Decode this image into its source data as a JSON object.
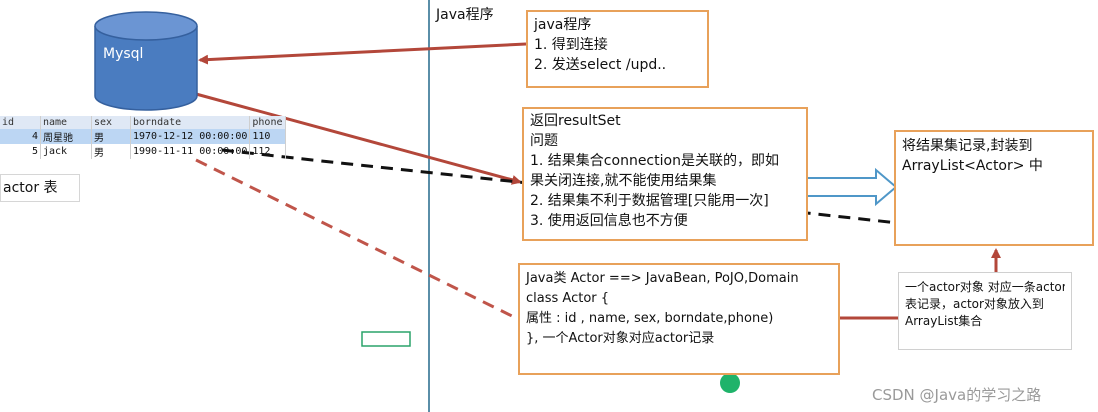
{
  "mysql": {
    "label": "Mysql"
  },
  "table": {
    "columns": [
      "id",
      "name",
      "sex",
      "borndate",
      "phone"
    ],
    "rows": [
      [
        "4",
        "周星驰",
        "男",
        "1970-12-12 00:00:00",
        "110"
      ],
      [
        "5",
        "jack",
        "男",
        "1990-11-11 00:00:00",
        "112"
      ]
    ],
    "caption": "actor 表"
  },
  "java_program": {
    "title": "Java程序"
  },
  "box_java": {
    "lines": [
      "java程序",
      "1. 得到连接",
      "2. 发送select /upd.."
    ]
  },
  "box_resultset": {
    "lines": [
      "返回resultSet",
      "问题",
      "1. 结果集合connection是关联的，即如",
      "果关闭连接,就不能使用结果集",
      "2. 结果集不利于数据管理[只能用一次]",
      "3. 使用返回信息也不方便"
    ]
  },
  "box_arraylist": {
    "lines": [
      "将结果集记录,封装到",
      "ArrayList<Actor> 中"
    ]
  },
  "box_actor": {
    "lines": [
      "Java类 Actor  ==> JavaBean, PoJO,Domain",
      "class Actor {",
      "属性 : id , name, sex, borndate,phone)",
      "}, 一个Actor对象对应actor记录"
    ]
  },
  "note": {
    "lines": [
      "一个actor对象 对应一条actor",
      "表记录，actor对象放入到",
      "ArrayList集合"
    ]
  },
  "watermark": "CSDN @Java的学习之路",
  "colors": {
    "db": "#4a7cc0",
    "arrow_red": "#b3473a",
    "box_border": "#e8a15a",
    "divider": "#5a8ea8",
    "hollow_arrow": "#4f97c8",
    "dot": "#1fb36a"
  }
}
